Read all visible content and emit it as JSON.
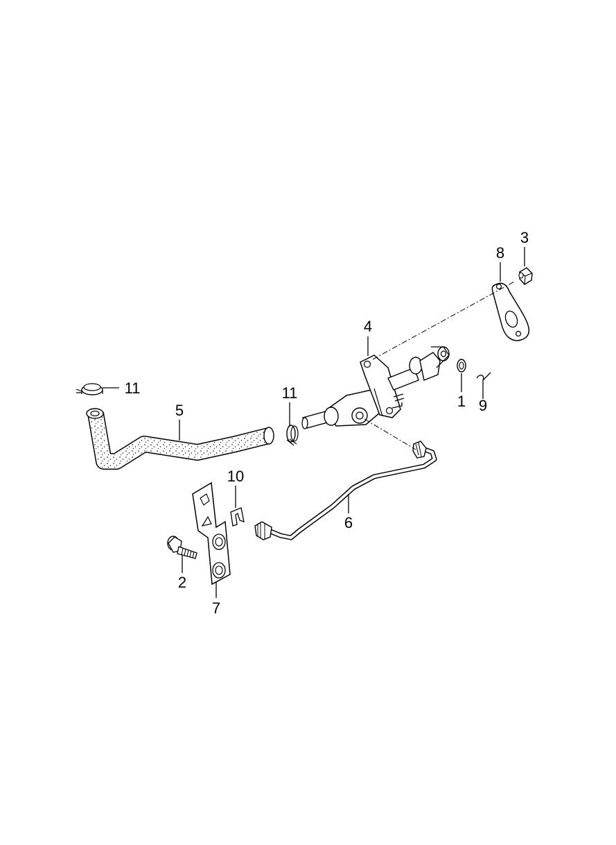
{
  "diagram": {
    "callouts": {
      "c1": "1",
      "c2": "2",
      "c3": "3",
      "c4": "4",
      "c5": "5",
      "c6": "6",
      "c7": "7",
      "c8": "8",
      "c9": "9",
      "c10": "10",
      "c11a": "11",
      "c11b": "11"
    }
  },
  "colors": {
    "line": "#000000",
    "background": "#ffffff"
  }
}
